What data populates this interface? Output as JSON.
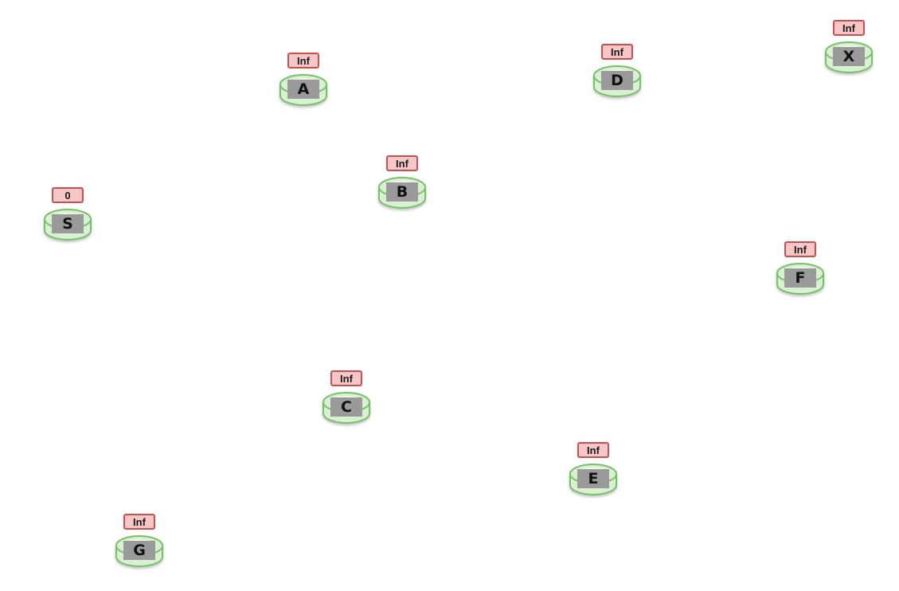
{
  "colors": {
    "badge_fill": "#f7c6c6",
    "badge_border": "#c9504f",
    "node_fill": "#d9f0d3",
    "node_stroke": "#7ac06a",
    "label_fill": "#9a9a9a"
  },
  "nodes": [
    {
      "id": "S",
      "label": "S",
      "distance": "0"
    },
    {
      "id": "A",
      "label": "A",
      "distance": "Inf"
    },
    {
      "id": "B",
      "label": "B",
      "distance": "Inf"
    },
    {
      "id": "C",
      "label": "C",
      "distance": "Inf"
    },
    {
      "id": "D",
      "label": "D",
      "distance": "Inf"
    },
    {
      "id": "E",
      "label": "E",
      "distance": "Inf"
    },
    {
      "id": "F",
      "label": "F",
      "distance": "Inf"
    },
    {
      "id": "G",
      "label": "G",
      "distance": "Inf"
    },
    {
      "id": "X",
      "label": "X",
      "distance": "Inf"
    }
  ]
}
